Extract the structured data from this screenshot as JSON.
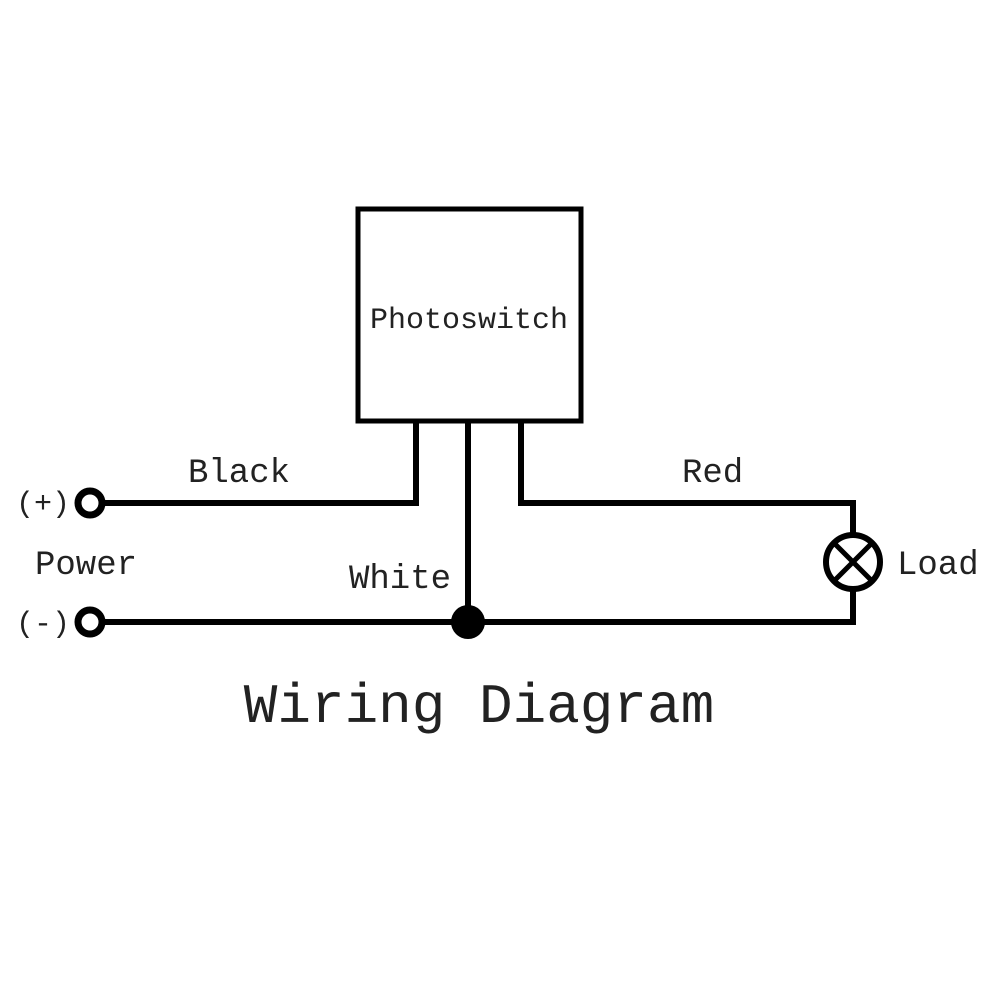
{
  "title": "Wiring Diagram",
  "device_label": "Photoswitch",
  "wires": {
    "black": "Black",
    "white": "White",
    "red": "Red"
  },
  "power": {
    "label": "Power",
    "positive": "(+)",
    "negative": "(-)"
  },
  "load_label": "Load",
  "colors": {
    "line": "#000000",
    "text": "#222222",
    "background": "#ffffff"
  }
}
